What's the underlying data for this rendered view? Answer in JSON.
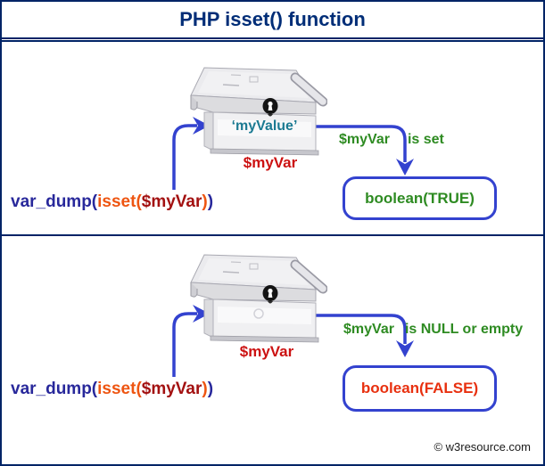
{
  "title": "PHP isset() function",
  "colors": {
    "frame_navy": "#002366",
    "arrow_blue": "#3342cf",
    "code_blue": "#28289b",
    "code_orange": "#ee5511",
    "code_darkred": "#a31111",
    "label_red": "#cc1111",
    "value_teal": "#1b7a92",
    "green": "#2e8b22",
    "false_red": "#e8300f"
  },
  "panels": [
    {
      "box_value": "‘myValue’",
      "box_label": "$myVar",
      "code": {
        "fn": "var_dump(",
        "inner": "isset(",
        "arg": "$myVar",
        "close_inner": ")",
        "close_outer": ")"
      },
      "condition": {
        "subject": "$myVar",
        "state": "is set"
      },
      "result": "boolean(TRUE)"
    },
    {
      "box_value": "",
      "box_label": "$myVar",
      "code": {
        "fn": "var_dump(",
        "inner": "isset(",
        "arg": "$myVar",
        "close_inner": ")",
        "close_outer": ")"
      },
      "condition": {
        "subject": "$myVar",
        "state": "is NULL or empty"
      },
      "result": "boolean(FALSE)"
    }
  ],
  "footer": {
    "copyright": "© w3resource.com"
  }
}
